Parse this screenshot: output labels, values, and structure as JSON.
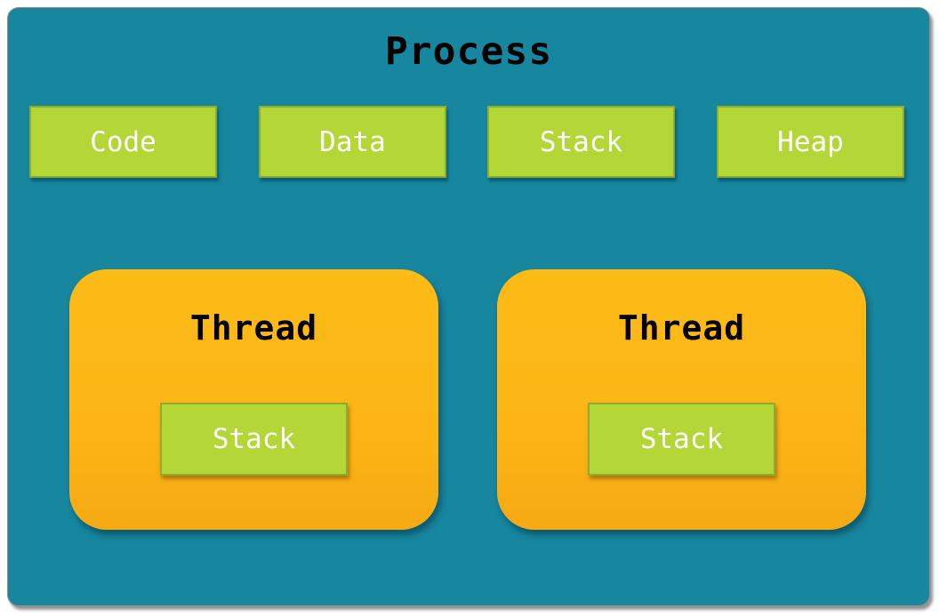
{
  "diagram": {
    "title": "Process",
    "segments": [
      "Code",
      "Data",
      "Stack",
      "Heap"
    ],
    "threads": [
      {
        "label": "Thread",
        "stack": "Stack"
      },
      {
        "label": "Thread",
        "stack": "Stack"
      }
    ],
    "colors": {
      "background": "#17869F",
      "segment_fill": "#B2D736",
      "segment_border": "#8CAD2F",
      "segment_text": "#FFFFFF",
      "thread_fill": "#FCB515",
      "title_text": "#000000"
    }
  }
}
